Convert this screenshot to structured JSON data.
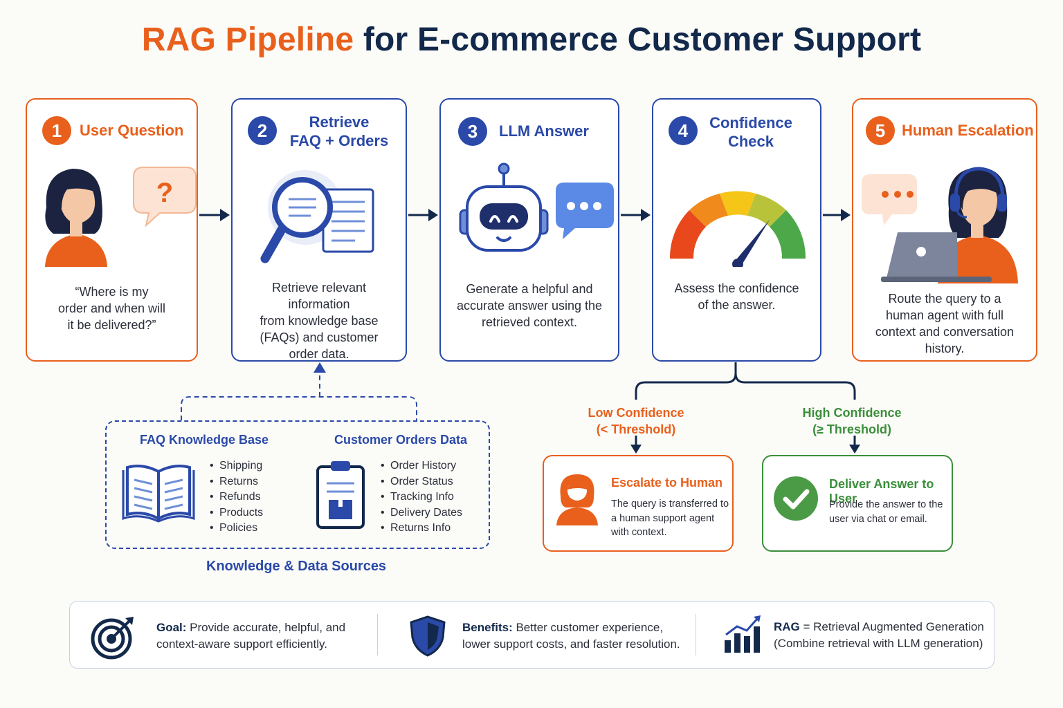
{
  "title": {
    "part1": "RAG Pipeline",
    "part2": "for E-commerce Customer Support"
  },
  "steps": [
    {
      "number": "1",
      "title": "User Question",
      "desc_lines": [
        "“Where is my",
        "order and when will",
        "it be delivered?”"
      ],
      "icon": "user-question-icon"
    },
    {
      "number": "2",
      "title_lines": [
        "Retrieve",
        "FAQ + Orders"
      ],
      "desc_lines": [
        "Retrieve relevant information",
        "from knowledge base",
        "(FAQs) and customer",
        "order data."
      ],
      "icon": "search-documents-icon"
    },
    {
      "number": "3",
      "title": "LLM Answer",
      "desc_lines": [
        "Generate a helpful and",
        "accurate answer using the",
        "retrieved context."
      ],
      "icon": "robot-icon"
    },
    {
      "number": "4",
      "title_lines": [
        "Confidence",
        "Check"
      ],
      "desc_lines": [
        "Assess the confidence",
        "of the answer."
      ],
      "icon": "gauge-icon"
    },
    {
      "number": "5",
      "title": "Human Escalation",
      "desc_lines": [
        "Route the query to a",
        "human agent with full",
        "context and conversation",
        "history."
      ],
      "icon": "support-agent-icon"
    }
  ],
  "sources": {
    "faq": {
      "title": "FAQ Knowledge Base",
      "items": [
        "Shipping",
        "Returns",
        "Refunds",
        "Products",
        "Policies"
      ]
    },
    "orders": {
      "title": "Customer Orders Data",
      "items": [
        "Order History",
        "Order Status",
        "Tracking Info",
        "Delivery Dates",
        "Returns Info"
      ]
    },
    "caption": "Knowledge & Data Sources"
  },
  "branches": {
    "low": {
      "label_lines": [
        "Low Confidence",
        "(< Threshold)"
      ],
      "title": "Escalate to Human",
      "desc_lines": [
        "The query is transferred to",
        "a human support agent",
        "with context."
      ]
    },
    "high": {
      "label_lines": [
        "High Confidence",
        "(≥ Threshold)"
      ],
      "title": "Deliver Answer to User",
      "desc_lines": [
        "Provide the answer to the",
        "user via chat or email."
      ]
    }
  },
  "footer": {
    "goal": {
      "label": "Goal:",
      "line1": " Provide accurate, helpful, and",
      "line2": "context-aware support efficiently."
    },
    "benefits": {
      "label": "Benefits:",
      "line1": " Better customer experience,",
      "line2": "lower support costs, and faster resolution."
    },
    "rag": {
      "label": "RAG",
      "line1": " = Retrieval Augmented Generation",
      "line2": "(Combine retrieval with LLM generation)"
    }
  },
  "colors": {
    "orange": "#e8601c",
    "blue": "#2a49a8",
    "navy": "#13294b",
    "green": "#3a8f3a"
  }
}
